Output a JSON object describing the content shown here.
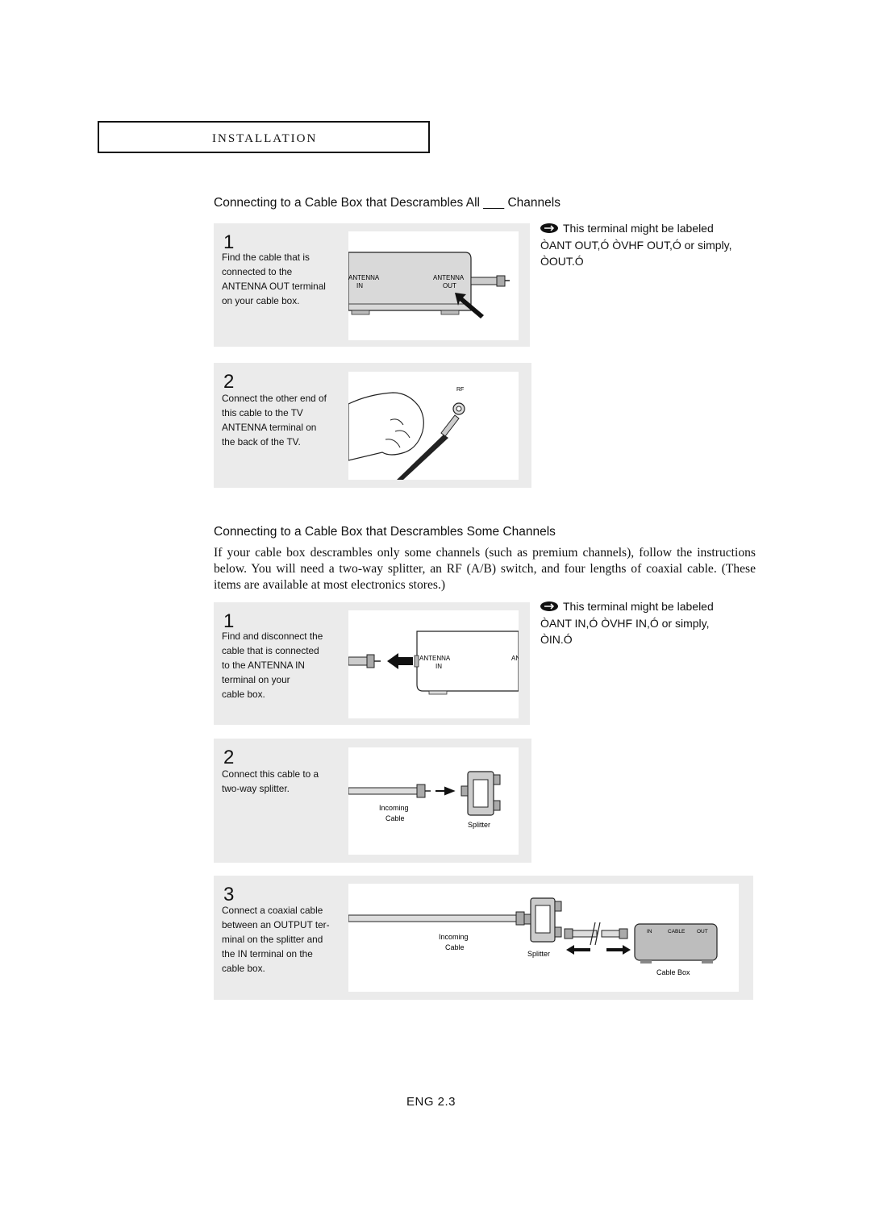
{
  "section": {
    "label": "INSTALLATION"
  },
  "section1": {
    "heading": "Connecting to a Cable Box that Descrambles All ___ Channels",
    "steps": [
      {
        "num": "1",
        "text": "Find the cable that is\nconnected to the\nANTENNA OUT terminal\non your cable box.",
        "labels": {
          "antenna_in_1": "ANTENNA",
          "antenna_in_2": "IN",
          "antenna_out_1": "ANTENNA",
          "antenna_out_2": "OUT"
        }
      },
      {
        "num": "2",
        "text": "Connect the other end of\nthis cable to the TV\nANTENNA terminal on\nthe back of the TV.",
        "labels": {
          "rf": "RF"
        }
      }
    ],
    "note": {
      "line1": "This terminal might be labeled",
      "line2": "ÒANT OUT,Ó ÒVHF OUT,Ó or simply,",
      "line3": "ÒOUT.Ó"
    }
  },
  "section2": {
    "heading": "Connecting to a Cable Box that Descrambles Some Channels",
    "paragraph": "If your cable box descrambles only some channels (such as premium channels), follow the instructions below. You will need a two-way splitter, an RF (A/B) switch, and four lengths of coaxial cable. (These items are available at most electronics stores.)",
    "steps": [
      {
        "num": "1",
        "text": "Find and disconnect the\ncable that is connected\nto the ANTENNA IN\nterminal on your\ncable box.",
        "labels": {
          "antenna_1": "ANTENNA",
          "antenna_2": "IN",
          "cut": "AN"
        }
      },
      {
        "num": "2",
        "text": "Connect this cable to a\ntwo-way splitter.",
        "labels": {
          "incoming_1": "Incoming",
          "incoming_2": "Cable",
          "splitter": "Splitter"
        }
      },
      {
        "num": "3",
        "text": "Connect a coaxial cable\nbetween an OUTPUT ter-\nminal on the splitter and\nthe IN terminal on the\ncable box.",
        "labels": {
          "incoming_1": "Incoming",
          "incoming_2": "Cable",
          "splitter": "Splitter",
          "box_in": "IN",
          "box_cable": "CABLE",
          "box_out": "OUT",
          "cable_box": "Cable Box"
        }
      }
    ],
    "note": {
      "line1": "This terminal might be labeled",
      "line2": "ÒANT IN,Ó ÒVHF IN,Ó or simply,",
      "line3": "ÒIN.Ó"
    }
  },
  "footer": {
    "page": "ENG 2.3"
  }
}
